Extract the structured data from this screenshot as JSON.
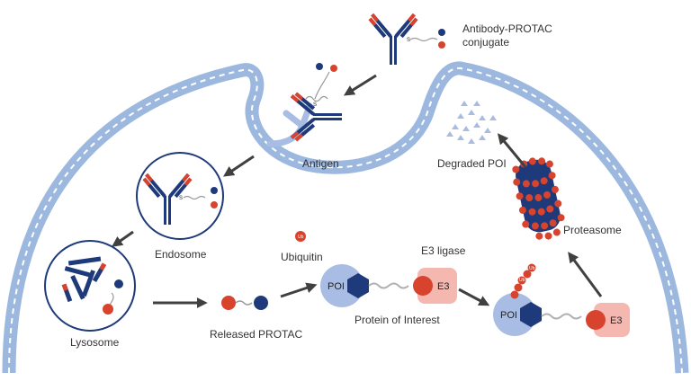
{
  "labels": {
    "conjugate_line1": "Antibody-PROTAC",
    "conjugate_line2": "conjugate",
    "antigen": "Antigen",
    "endosome": "Endosome",
    "lysosome": "Lysosome",
    "released_protac": "Released PROTAC",
    "ubiquitin": "Ubiquitin",
    "e3_ligase": "E3 ligase",
    "protein_of_interest": "Protein of Interest",
    "degraded_poi": "Degraded POI",
    "proteasome": "Proteasome",
    "poi": "POI",
    "e3": "E3",
    "ub": "Ub",
    "s": "S"
  },
  "colors": {
    "membrane": "#9db8df",
    "antibody_blue": "#1f3a7a",
    "antibody_red": "#d8432e",
    "poi_blue": "#a9bde4",
    "e3_pink": "#f5b8b1",
    "arrow": "#404040"
  }
}
